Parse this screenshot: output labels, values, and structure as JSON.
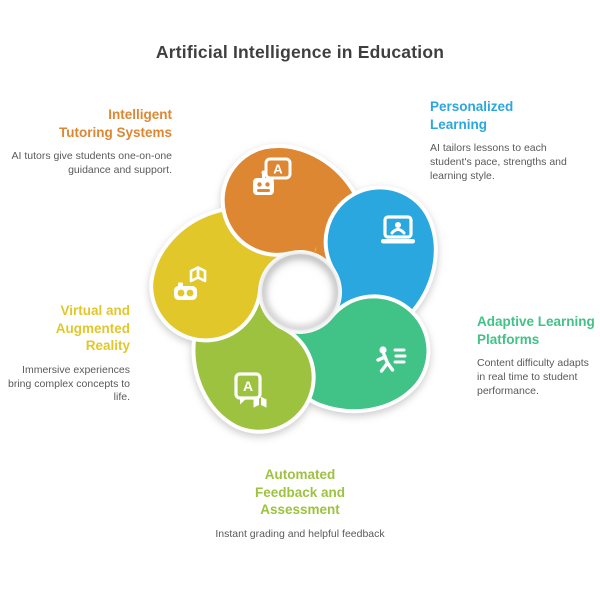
{
  "title": "Artificial Intelligence in Education",
  "colors": {
    "title_text": "#3F3F3F",
    "description_text": "#5A5A5A",
    "background": "#FFFFFF"
  },
  "segments": [
    {
      "id": "intelligent-tutoring-systems",
      "heading_lines": [
        "Intelligent",
        "Tutoring Systems"
      ],
      "description": "AI tutors give students one-on-one guidance and support.",
      "color": "#DD8732",
      "icon": "robot-chat-icon",
      "icon_text": "A"
    },
    {
      "id": "personalized-learning",
      "heading_lines": [
        "Personalized",
        "Learning"
      ],
      "description": "AI tailors lessons to each student's pace, strengths and learning style.",
      "color": "#2AA7DE",
      "icon": "laptop-learner-icon",
      "icon_text": ""
    },
    {
      "id": "adaptive-learning-platforms",
      "heading_lines": [
        "Adaptive Learning",
        "Platforms"
      ],
      "description": "Content difficulty adapts in real time to student performance.",
      "color": "#41C287",
      "icon": "active-learner-icon",
      "icon_text": ""
    },
    {
      "id": "automated-feedback-assessment",
      "heading_lines": [
        "Automated",
        "Feedback and",
        "Assessment"
      ],
      "description": "Instant grading and helpful feedback",
      "color": "#9DC23F",
      "icon": "graded-assessment-icon",
      "icon_text": "A"
    },
    {
      "id": "virtual-augmented-reality",
      "heading_lines": [
        "Virtual and",
        "Augmented",
        "Reality"
      ],
      "description": "Immersive experiences bring complex concepts to life.",
      "color": "#E2C72A",
      "icon": "vr-goggles-book-icon",
      "icon_text": ""
    }
  ]
}
